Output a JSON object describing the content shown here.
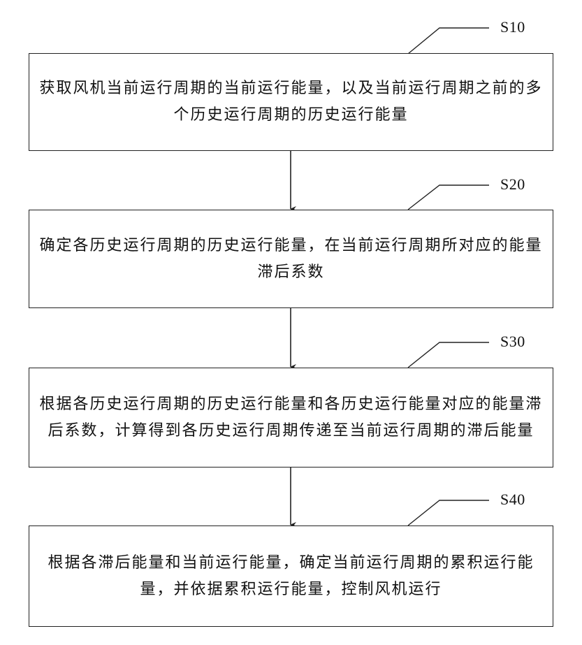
{
  "steps": [
    {
      "id": "S10",
      "text": "获取风机当前运行周期的当前运行能量，以及当前运行周期之前的多个历史运行周期的历史运行能量"
    },
    {
      "id": "S20",
      "text": "确定各历史运行周期的历史运行能量，在当前运行周期所对应的能量滞后系数"
    },
    {
      "id": "S30",
      "text": "根据各历史运行周期的历史运行能量和各历史运行能量对应的能量滞后系数，计算得到各历史运行周期传递至当前运行周期的滞后能量"
    },
    {
      "id": "S40",
      "text": "根据各滞后能量和当前运行能量，确定当前运行周期的累积运行能量，并依据累积运行能量，控制风机运行"
    }
  ]
}
